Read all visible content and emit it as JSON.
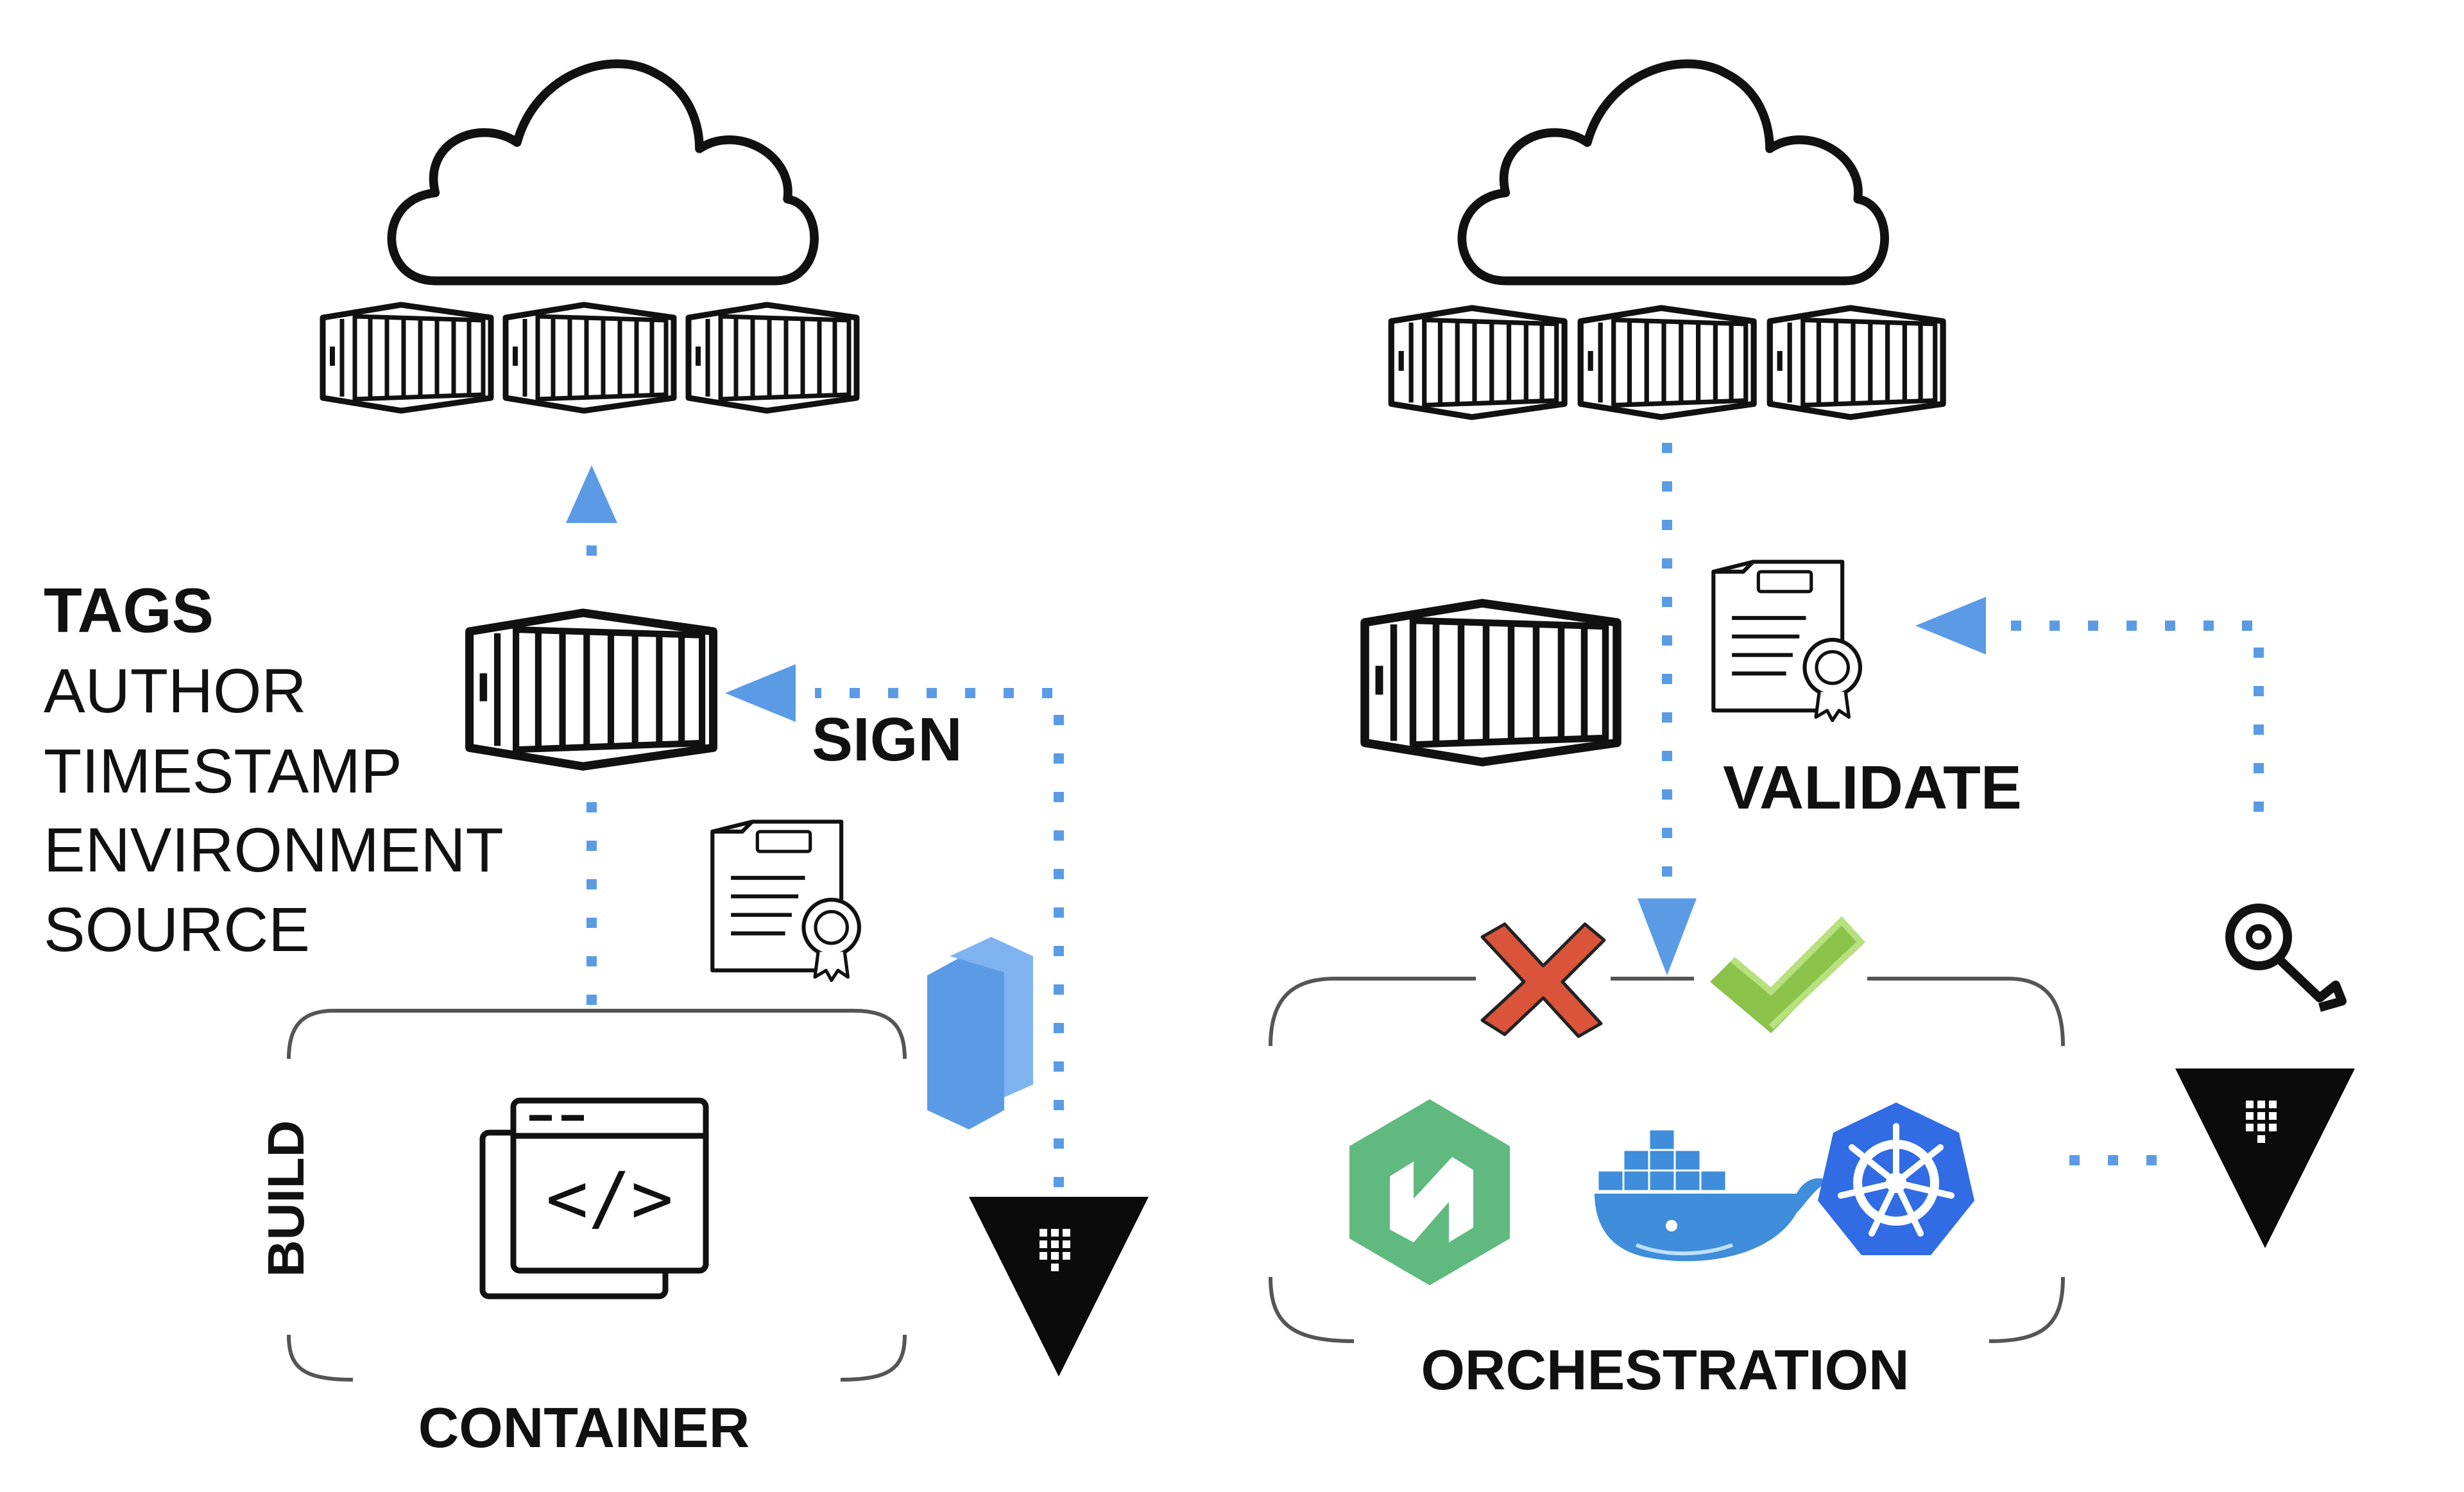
{
  "left_panel": {
    "tags_heading": "TAGS",
    "tags": [
      "AUTHOR",
      "TIMESTAMP",
      "ENVIRONMENT",
      "SOURCE"
    ],
    "sign_label": "SIGN",
    "build_label": "BUILD",
    "container_label": "CONTAINER",
    "code_icon_text": "</>"
  },
  "right_panel": {
    "validate_label": "VALIDATE",
    "orchestration_label": "ORCHESTRATION"
  },
  "colors": {
    "arrow": "#5b9be6",
    "reject": "#d9543a",
    "approve": "#8bc34a",
    "nomad": "#60b97f",
    "docker": "#3f8ddb",
    "kubernetes": "#326ce5",
    "signer": "#5b9be6",
    "stroke": "#111111"
  },
  "icons": [
    "cloud-icon",
    "shipping-container-icon",
    "certificate-icon",
    "code-window-icon",
    "vault-icon",
    "key-icon",
    "reject-x-icon",
    "approve-check-icon",
    "nomad-icon",
    "docker-icon",
    "kubernetes-icon",
    "notary-signer-icon"
  ]
}
